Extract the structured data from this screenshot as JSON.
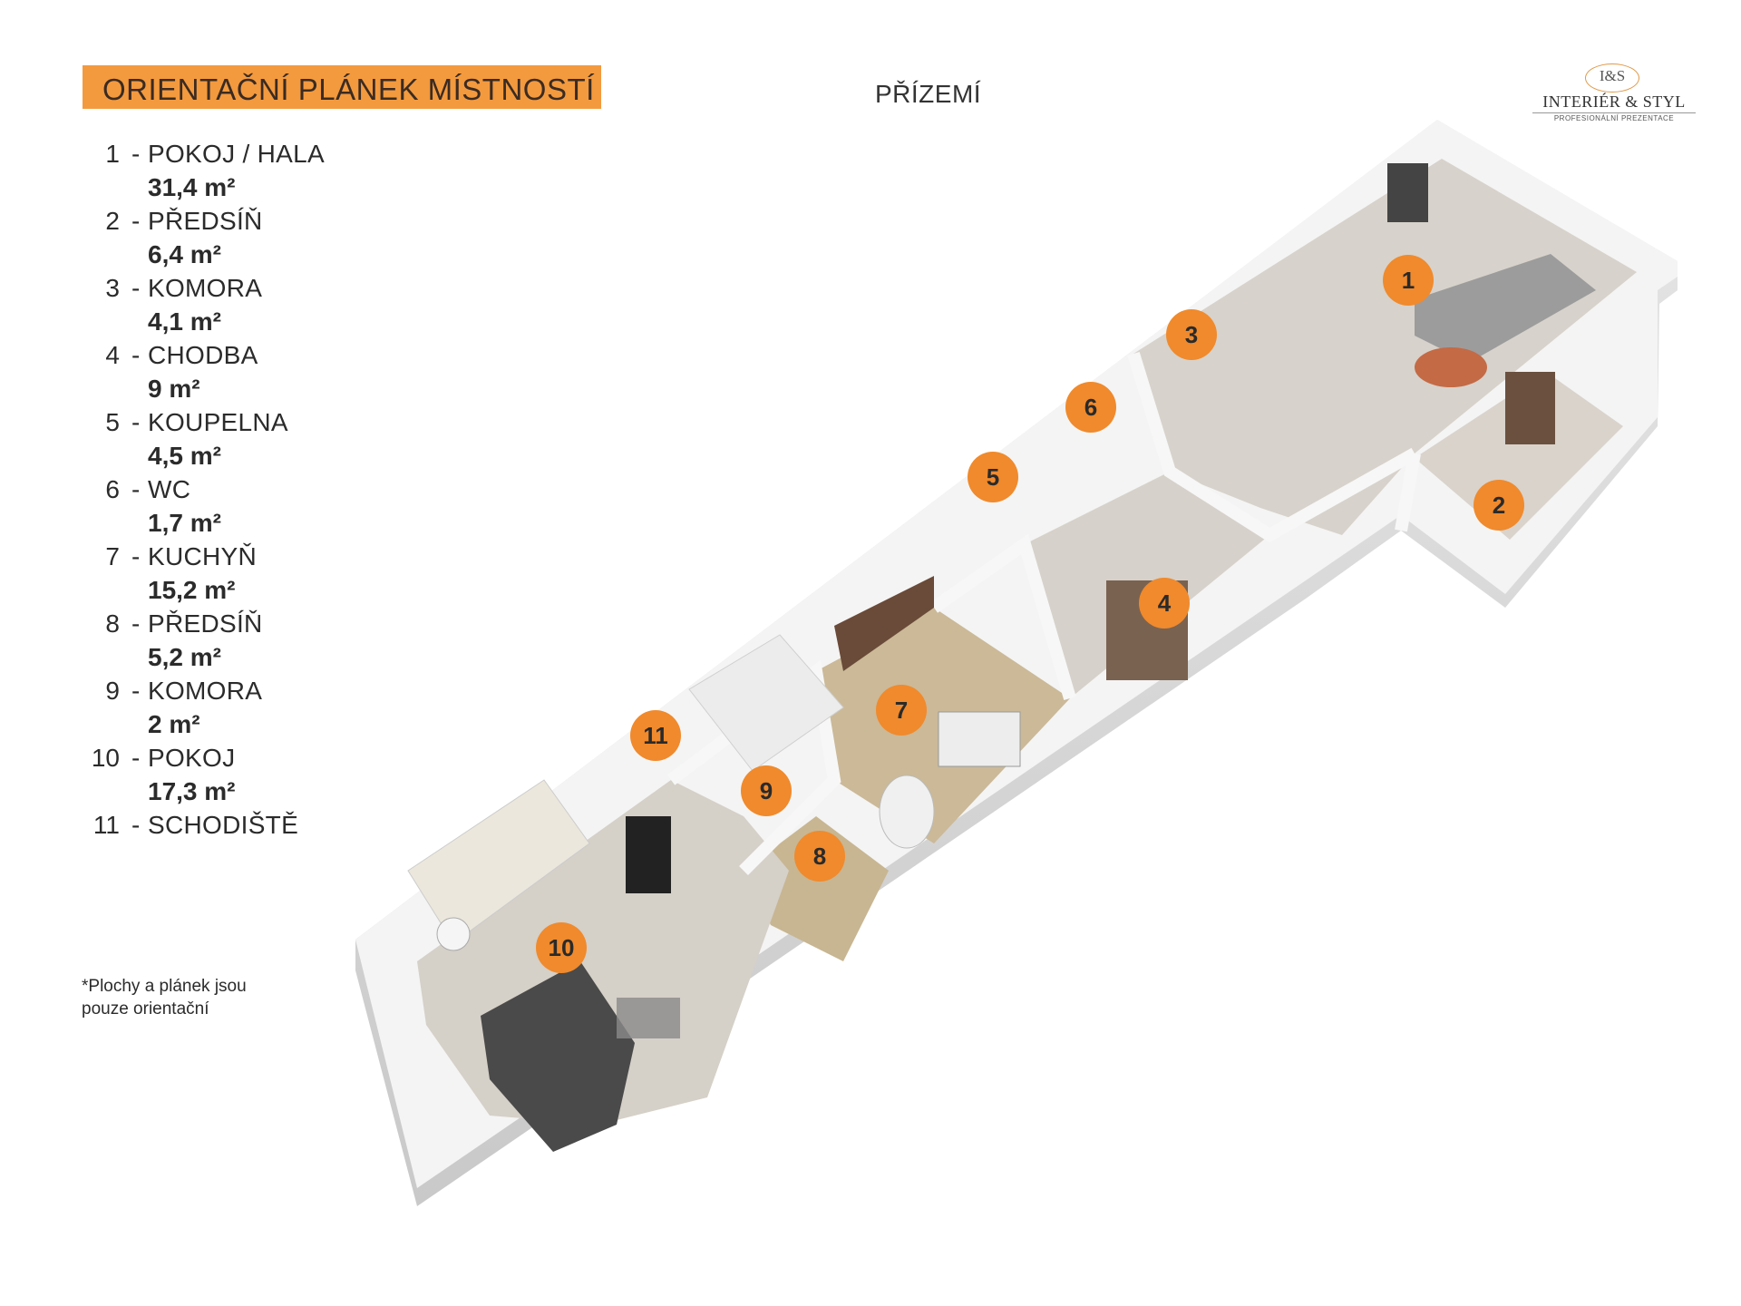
{
  "title": "ORIENTAČNÍ PLÁNEK MÍSTNOSTÍ",
  "floor": "PŘÍZEMÍ",
  "logo": {
    "initials": "I&S",
    "brand": "INTERIÉR & STYL",
    "tagline": "PROFESIONÁLNÍ PREZENTACE"
  },
  "rooms": [
    {
      "num": "1",
      "name": "POKOJ / HALA",
      "area": "31,4 m²"
    },
    {
      "num": "2",
      "name": "PŘEDSÍŇ",
      "area": "6,4 m²"
    },
    {
      "num": "3",
      "name": "KOMORA",
      "area": "4,1 m²"
    },
    {
      "num": "4",
      "name": "CHODBA",
      "area": "9 m²"
    },
    {
      "num": "5",
      "name": "KOUPELNA",
      "area": "4,5 m²"
    },
    {
      "num": "6",
      "name": "WC",
      "area": "1,7 m²"
    },
    {
      "num": "7",
      "name": "KUCHYŇ",
      "area": "15,2 m²"
    },
    {
      "num": "8",
      "name": "PŘEDSÍŇ",
      "area": "5,2 m²"
    },
    {
      "num": "9",
      "name": "KOMORA",
      "area": "2 m²"
    },
    {
      "num": "10",
      "name": "POKOJ",
      "area": "17,3 m²"
    },
    {
      "num": "11",
      "name": "SCHODIŠTĚ",
      "area": ""
    }
  ],
  "note": "*Plochy  a plánek jsou pouze orientační",
  "markers": [
    "1",
    "2",
    "3",
    "4",
    "5",
    "6",
    "7",
    "8",
    "9",
    "10",
    "11"
  ],
  "colors": {
    "accent": "#f39a3e",
    "marker": "#f08a2c",
    "wall": "#f2f2f2",
    "floor_tile": "#d9d5cf",
    "floor_wood": "#cdbb9c"
  }
}
